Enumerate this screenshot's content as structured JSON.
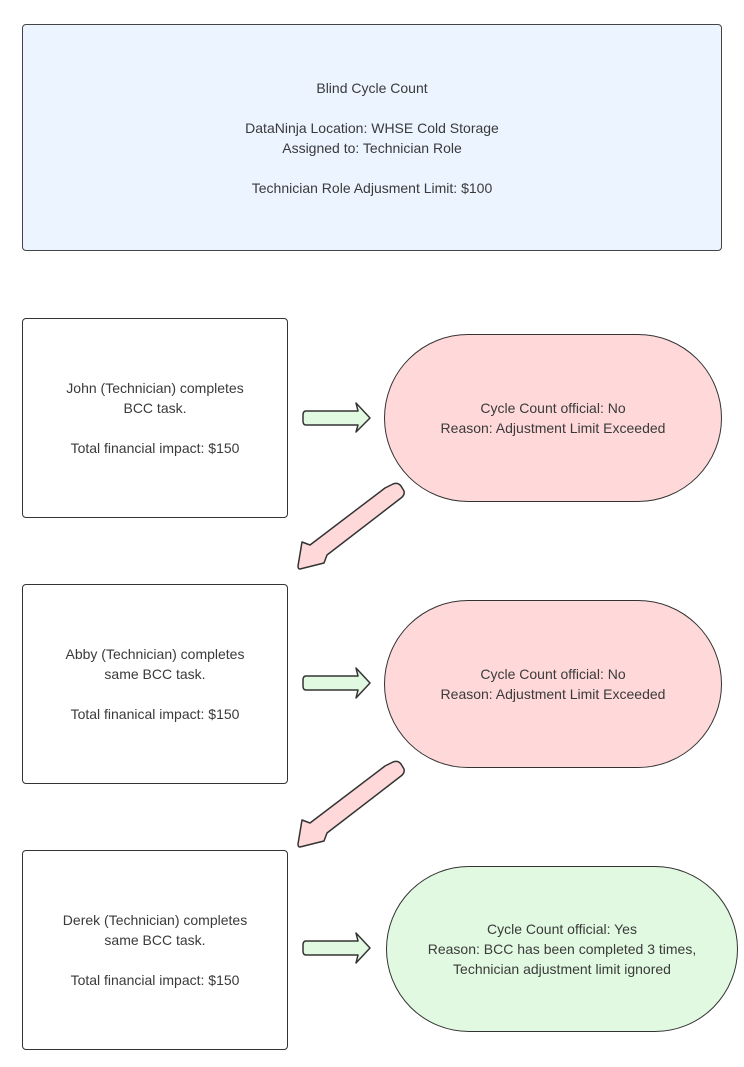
{
  "header": {
    "title": "Blind Cycle Count",
    "location": "DataNinja Location: WHSE Cold Storage",
    "assigned": "Assigned to: Technician Role",
    "limit": "Technician Role Adjusment Limit: $100"
  },
  "steps": [
    {
      "task_line1": "John (Technician) completes",
      "task_line2": "BCC task.",
      "impact": "Total financial impact: $150",
      "result_line1": "Cycle Count official: No",
      "result_line2": "Reason: Adjustment Limit Exceeded",
      "result_line3": "",
      "status_color": "#ffd9da"
    },
    {
      "task_line1": "Abby (Technician) completes",
      "task_line2": "same BCC task.",
      "impact": "Total finanical impact: $150",
      "result_line1": "Cycle Count official: No",
      "result_line2": "Reason: Adjustment Limit Exceeded",
      "result_line3": "",
      "status_color": "#ffd9da"
    },
    {
      "task_line1": "Derek (Technician) completes",
      "task_line2": "same BCC task.",
      "impact": "Total financial impact: $150",
      "result_line1": "Cycle Count official: Yes",
      "result_line2": "Reason: BCC has been completed 3 times,",
      "result_line3": "Technician adjustment limit ignored",
      "status_color": "#e1f9e1"
    }
  ],
  "colors": {
    "header_fill": "#ebf4ff",
    "fail_fill": "#ffd9da",
    "pass_fill": "#e1f9e1",
    "arrow_right_fill": "#e1f9e1",
    "arrow_down_fill": "#ffd9da"
  }
}
